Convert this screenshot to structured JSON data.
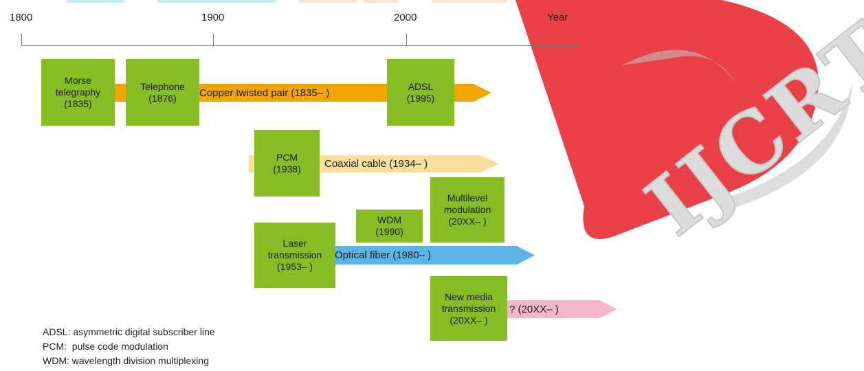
{
  "axis": {
    "ticks": [
      "1800",
      "1900",
      "2000"
    ],
    "unit_label": "Year"
  },
  "boxes": {
    "morse": "Morse\ntelegraphy\n(1835)",
    "telephone": "Telephone\n(1876)",
    "adsl": "ADSL\n(1995)",
    "pcm": "PCM\n(1938)",
    "wdm": "WDM\n(1990)",
    "multilevel": "Multilevel\nmodulation\n(20XX– )",
    "laser": "Laser\ntransmission\n(1953– )",
    "new_media": "New media\ntransmission\n(20XX– )"
  },
  "arrows": {
    "copper": "Copper twisted pair (1835– )",
    "coaxial": "Coaxial cable (1934– )",
    "optical": "Optical fiber (1980– )",
    "unknown": "? (20XX– )"
  },
  "colors": {
    "box": "#86bc24",
    "copper": "#f2a500",
    "coaxial": "#fbdf9c",
    "optical": "#5ab5e6",
    "unknown": "#f4b6cc",
    "watermark_red": "#e8333a"
  },
  "legend": [
    "ADSL: asymmetric digital subscriber line",
    "PCM:  pulse code modulation",
    "WDM: wavelength division multiplexing"
  ],
  "watermark": "IJCRT"
}
